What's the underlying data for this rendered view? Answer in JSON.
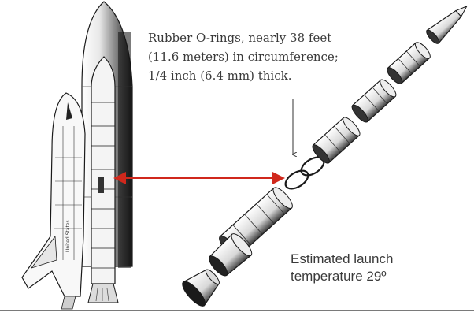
{
  "annotation": {
    "oring_line_1": "Rubber O-rings, nearly 38 feet",
    "oring_line_2": "(11.6 meters) in circumference;",
    "oring_line_3": "1/4 inch (6.4 mm) thick.",
    "temp_line_1": "Estimated launch",
    "temp_line_2": "temperature 29º"
  },
  "orbiter_label": "United States",
  "colors": {
    "arrow": "#d0281c",
    "ink": "#1a1a1a",
    "text": "#3a3a3a"
  },
  "icons": [
    "space-shuttle-drawing",
    "solid-rocket-booster-segments",
    "o-ring-pair"
  ]
}
